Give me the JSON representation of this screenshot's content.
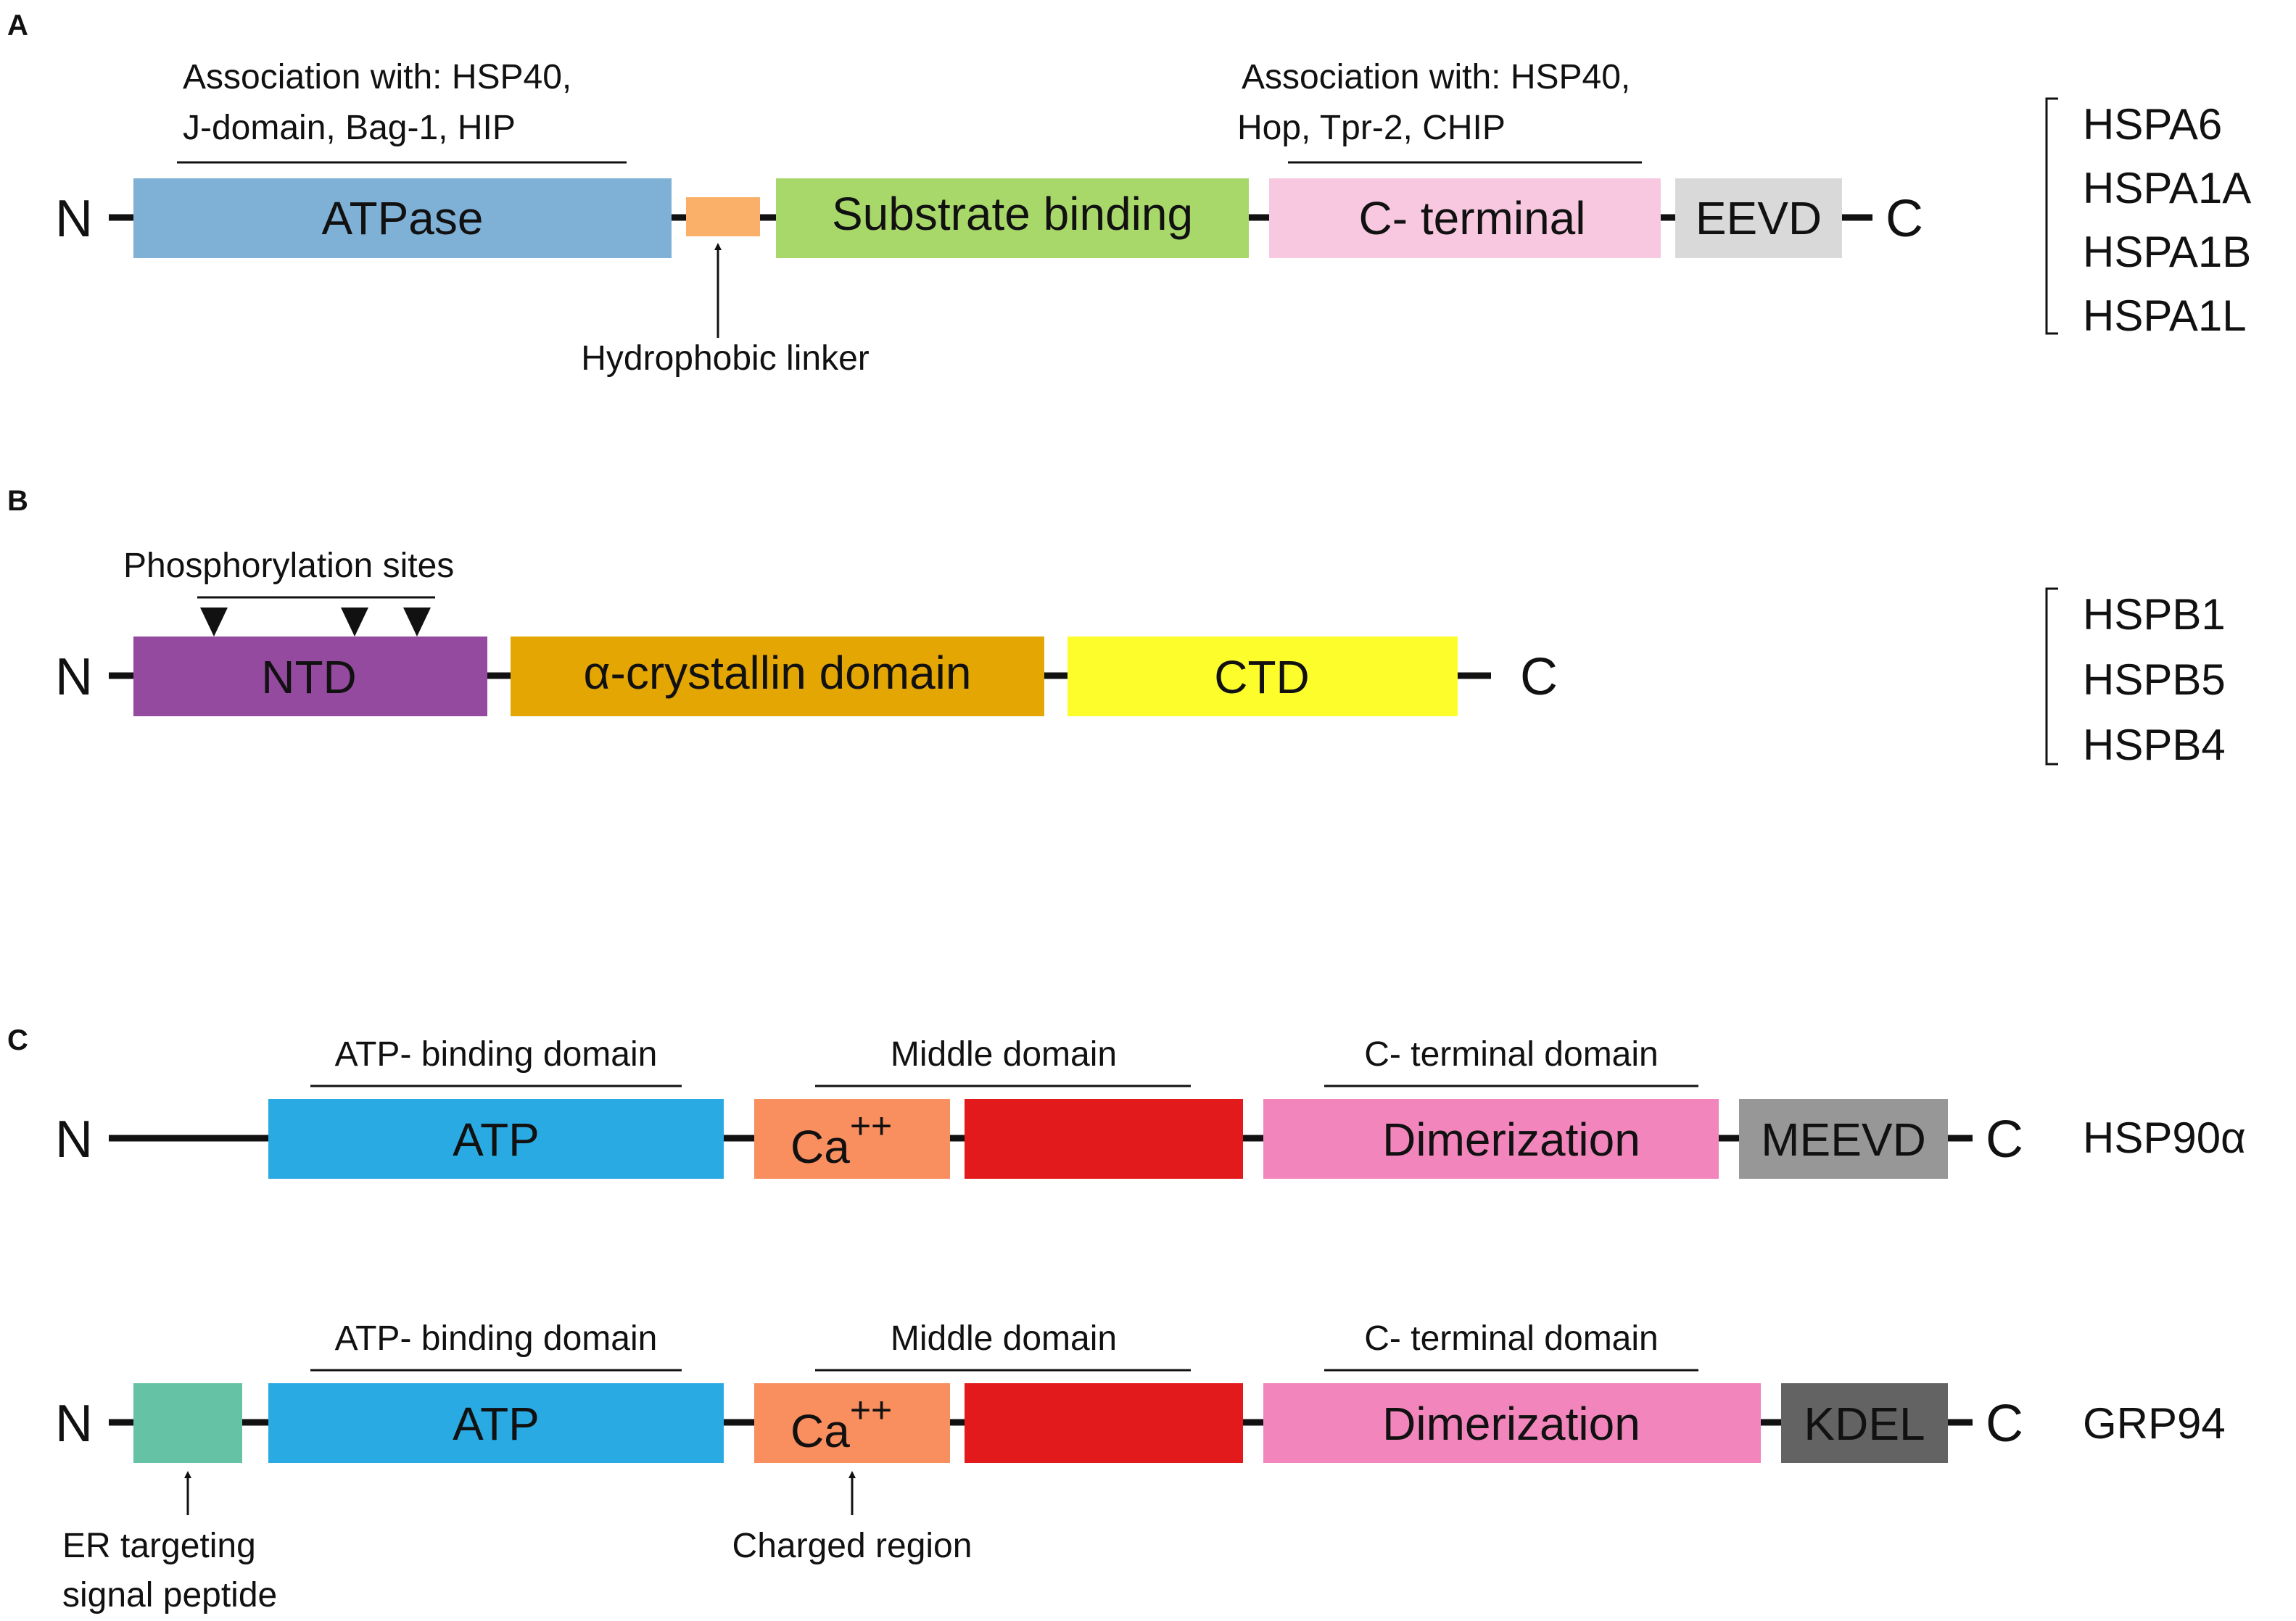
{
  "panel_a": {
    "letter": "A",
    "n_label": "N",
    "c_label": "C",
    "domains": {
      "atpase": {
        "label": "ATPase",
        "color": "#7fb0d5"
      },
      "linker": {
        "label": "",
        "color": "#fbb06a"
      },
      "substrate": {
        "label": "Substrate binding",
        "color": "#a8d86a"
      },
      "cterminal": {
        "label": "C- terminal",
        "color": "#f7c8e0"
      },
      "eevd": {
        "label": "EEVD",
        "color": "#d9d9d9"
      }
    },
    "annotations": {
      "left_line1": "Association with: HSP40,",
      "left_line2": "J-domain, Bag-1, HIP",
      "right_line1": "Association with: HSP40,",
      "right_line2": "Hop, Tpr-2, CHIP",
      "linker": "Hydrophobic linker"
    },
    "family": [
      "HSPA6",
      "HSPA1A",
      "HSPA1B",
      "HSPA1L"
    ]
  },
  "panel_b": {
    "letter": "B",
    "n_label": "N",
    "c_label": "C",
    "domains": {
      "ntd": {
        "label": "NTD",
        "color": "#944a9f"
      },
      "alpha": {
        "label": "α-crystallin domain",
        "color": "#e3a603"
      },
      "ctd": {
        "label": "CTD",
        "color": "#fdfd2c"
      }
    },
    "annotations": {
      "phospho": "Phosphorylation sites"
    },
    "family": [
      "HSPB1",
      "HSPB5",
      "HSPB4"
    ]
  },
  "panel_c": {
    "letter": "C",
    "hsp90a": {
      "n_label": "N",
      "c_label": "C",
      "name": "HSP90α",
      "domains": {
        "atp": {
          "label": "ATP",
          "color": "#2aaae2"
        },
        "ca": {
          "label": "Ca",
          "superscript": "++",
          "color": "#f98e5f"
        },
        "middle": {
          "label": "",
          "color": "#e31a1c"
        },
        "dimer": {
          "label": "Dimerization",
          "color": "#f385bd"
        },
        "tail": {
          "label": "MEEVD",
          "color": "#979797"
        }
      },
      "annotations": {
        "atp_domain": "ATP- binding domain",
        "middle_domain": "Middle domain",
        "cterm_domain": "C- terminal domain"
      }
    },
    "grp94": {
      "n_label": "N",
      "c_label": "C",
      "name": "GRP94",
      "domains": {
        "er": {
          "label": "",
          "color": "#66c2a4"
        },
        "atp": {
          "label": "ATP",
          "color": "#2aaae2"
        },
        "ca": {
          "label": "Ca",
          "superscript": "++",
          "color": "#f98e5f"
        },
        "middle": {
          "label": "",
          "color": "#e31a1c"
        },
        "dimer": {
          "label": "Dimerization",
          "color": "#f385bd"
        },
        "tail": {
          "label": "KDEL",
          "color": "#636363"
        }
      },
      "annotations": {
        "atp_domain": "ATP- binding domain",
        "middle_domain": "Middle domain",
        "cterm_domain": "C- terminal domain",
        "er_line1": "ER targeting",
        "er_line2": "signal peptide",
        "charged": "Charged region"
      }
    }
  }
}
